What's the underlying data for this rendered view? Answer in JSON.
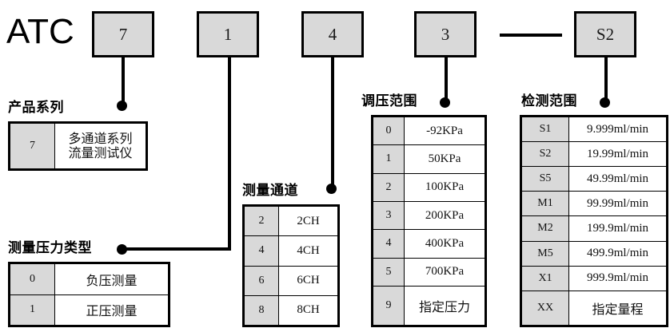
{
  "brand": "ATC",
  "model_code": {
    "boxes": [
      {
        "value": "7"
      },
      {
        "value": "1"
      },
      {
        "value": "4"
      },
      {
        "value": "3"
      },
      {
        "value": "S2"
      }
    ],
    "separator": "—"
  },
  "groups": {
    "product_series": {
      "caption": "产品系列",
      "rows": [
        {
          "code": "7",
          "value": "多通道系列\n流量测试仪",
          "line1": "多通道系列",
          "line2": "流量测试仪"
        }
      ]
    },
    "pressure_type": {
      "caption": "测量压力类型",
      "rows": [
        {
          "code": "0",
          "value": "负压测量"
        },
        {
          "code": "1",
          "value": "正压测量"
        }
      ]
    },
    "measure_channel": {
      "caption": "测量通道",
      "rows": [
        {
          "code": "2",
          "value": "2CH"
        },
        {
          "code": "4",
          "value": "4CH"
        },
        {
          "code": "6",
          "value": "6CH"
        },
        {
          "code": "8",
          "value": "8CH"
        }
      ]
    },
    "pressure_range": {
      "caption": "调压范围",
      "rows": [
        {
          "code": "0",
          "value": "-92KPa"
        },
        {
          "code": "1",
          "value": "50KPa"
        },
        {
          "code": "2",
          "value": "100KPa"
        },
        {
          "code": "3",
          "value": "200KPa"
        },
        {
          "code": "4",
          "value": "400KPa"
        },
        {
          "code": "5",
          "value": "700KPa"
        },
        {
          "code": "9",
          "value": "指定压力"
        }
      ]
    },
    "detection_range": {
      "caption": "检测范围",
      "rows": [
        {
          "code": "S1",
          "value": "9.999ml/min"
        },
        {
          "code": "S2",
          "value": "19.99ml/min"
        },
        {
          "code": "S5",
          "value": "49.99ml/min"
        },
        {
          "code": "M1",
          "value": "99.99ml/min"
        },
        {
          "code": "M2",
          "value": "199.9ml/min"
        },
        {
          "code": "M5",
          "value": "499.9ml/min"
        },
        {
          "code": "X1",
          "value": "999.9ml/min"
        },
        {
          "code": "XX",
          "value": "指定量程"
        }
      ]
    }
  },
  "colors": {
    "code_fill": "#d9d9d9",
    "line": "#000000",
    "background": "#ffffff"
  }
}
